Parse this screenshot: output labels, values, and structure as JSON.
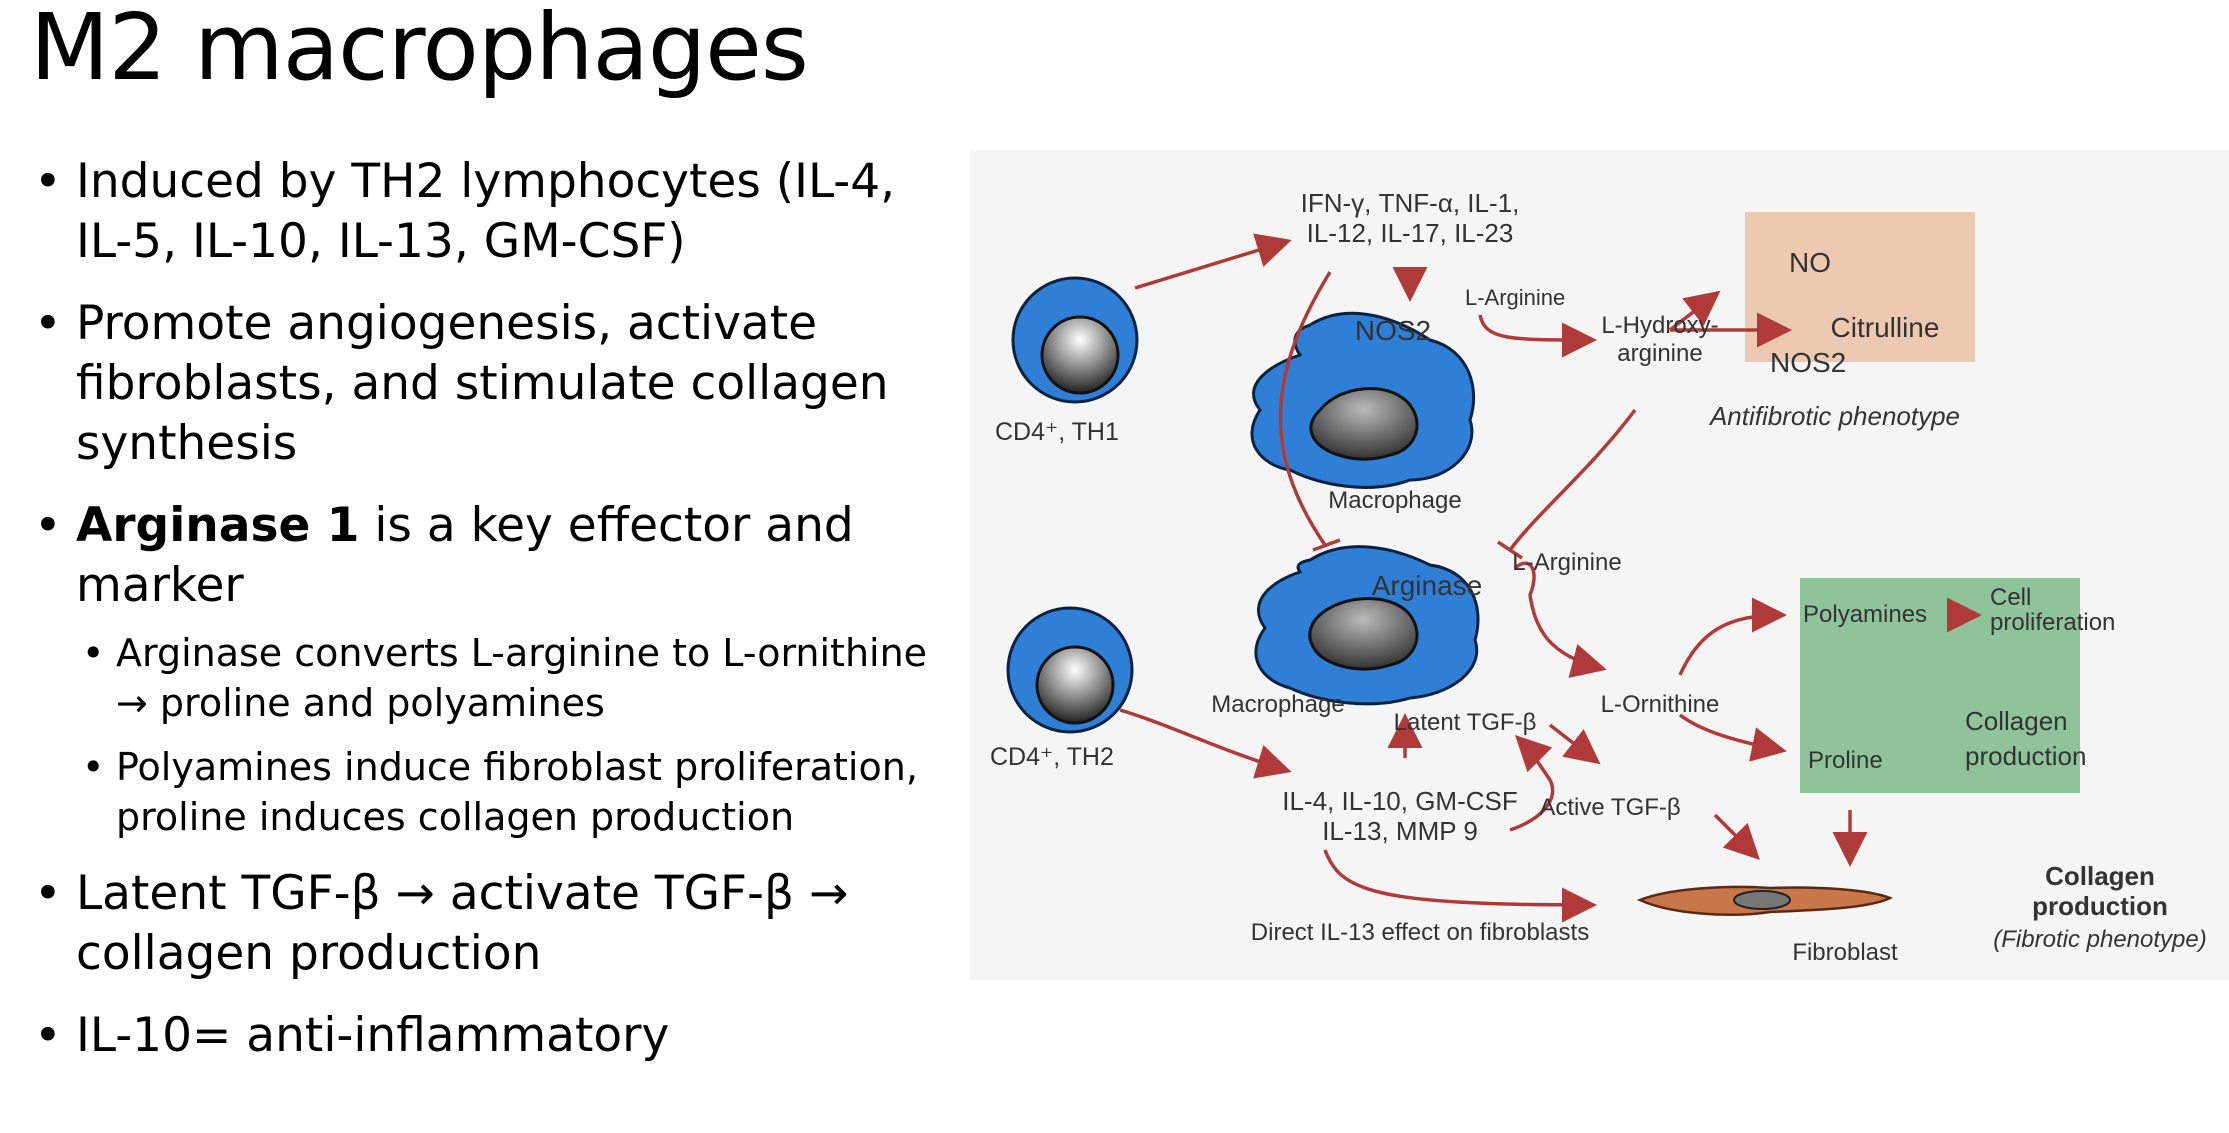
{
  "title": "M2 macrophages",
  "bullets": {
    "b1": "Induced by TH2 lymphocytes (IL-4, IL-5, IL-10, IL-13, GM-CSF)",
    "b2": "Promote angiogenesis, activate fibroblasts, and stimulate collagen synthesis",
    "b3_bold": "Arginase 1",
    "b3_rest": " is a key effector and marker",
    "b3_sub1": "Arginase converts L-arginine to L-ornithine → proline and polyamines",
    "b3_sub2": "Polyamines induce fibroblast proliferation, proline induces collagen production",
    "b4": "Latent TGF-β → activate TGF-β → collagen production",
    "b5": "IL-10= anti-inflammatory"
  },
  "figure": {
    "cytokines_top_1": "IFN-γ, TNF-α, IL-1,",
    "cytokines_top_2": "IL-12, IL-17, IL-23",
    "cd4_th1": "CD4⁺, TH1",
    "cd4_th2": "CD4⁺, TH2",
    "nos2": "NOS2",
    "macrophage_1": "Macrophage",
    "macrophage_2": "Macrophage",
    "arginase": "Arginase",
    "l_arginine_1": "L-Arginine",
    "l_arginine_2": "L-Arginine",
    "l_hydroxy_1": "L-Hydroxy-",
    "l_hydroxy_2": "arginine",
    "no": "NO",
    "citrulline": "Citrulline",
    "nos2_box": "NOS2",
    "antifibrotic": "Antifibrotic phenotype",
    "polyamines": "Polyamines",
    "cell_prolif_1": "Cell",
    "cell_prolif_2": "proliferation",
    "proline": "Proline",
    "collagen_box_1": "Collagen",
    "collagen_box_2": "production",
    "l_ornithine": "L-Ornithine",
    "latent_tgf": "Latent TGF-β",
    "active_tgf": "Active TGF-β",
    "cytokines_bottom_1": "IL-4, IL-10, GM-CSF",
    "cytokines_bottom_2": "IL-13, MMP 9",
    "direct_il13": "Direct IL-13 effect on fibroblasts",
    "fibroblast": "Fibroblast",
    "collagen_main_1": "Collagen",
    "collagen_main_2": "production",
    "fibrotic": "(Fibrotic phenotype)"
  },
  "colors": {
    "arrow": "#b03a3a",
    "macrophage_blue": "#2f7fd6",
    "antifibrotic_box": "#ecc9b0",
    "fibrotic_box": "#8fc49a",
    "fibroblast": "#c9774a"
  }
}
